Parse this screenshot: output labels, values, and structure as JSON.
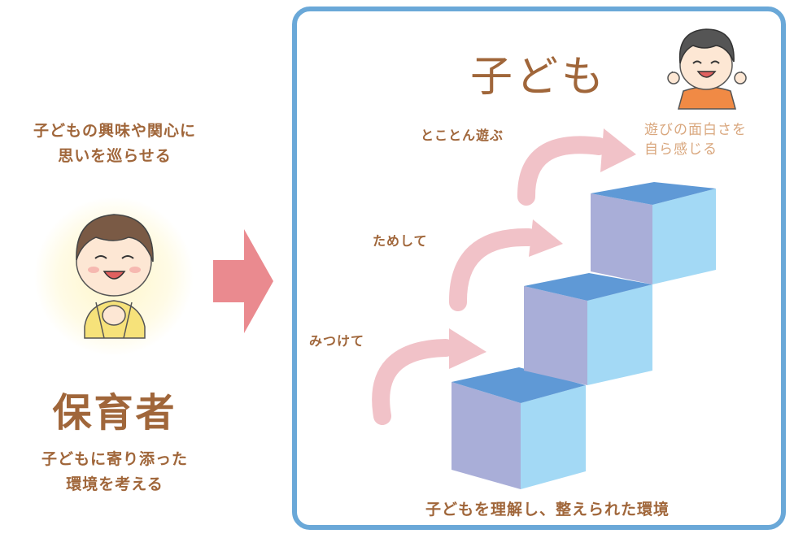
{
  "left": {
    "top_caption": [
      "子どもの興味や関心に",
      "思いを巡らせる"
    ],
    "title": "保育者",
    "bottom_caption": [
      "子どもに寄り添った",
      "環境を考える"
    ]
  },
  "right": {
    "title": "子ども",
    "steps": [
      "みつけて",
      "ためして",
      "とことん遊ぶ"
    ],
    "result": [
      "遊びの面白さを",
      "自ら感じる"
    ],
    "bottom_caption": "子どもを理解し、整えられた環境"
  },
  "colors": {
    "text_brown": "#a0663a",
    "panel_border": "#6aa8d8",
    "arrow_pink": "#f1c2c8",
    "big_arrow": "#ea8a8f",
    "cube_top": "#5f99d6",
    "cube_left": "#a9aed8",
    "cube_right": "#a3d9f5"
  },
  "icons": [
    "caregiver-illustration",
    "child-illustration",
    "big-right-arrow-icon",
    "curved-arrow-icon"
  ]
}
